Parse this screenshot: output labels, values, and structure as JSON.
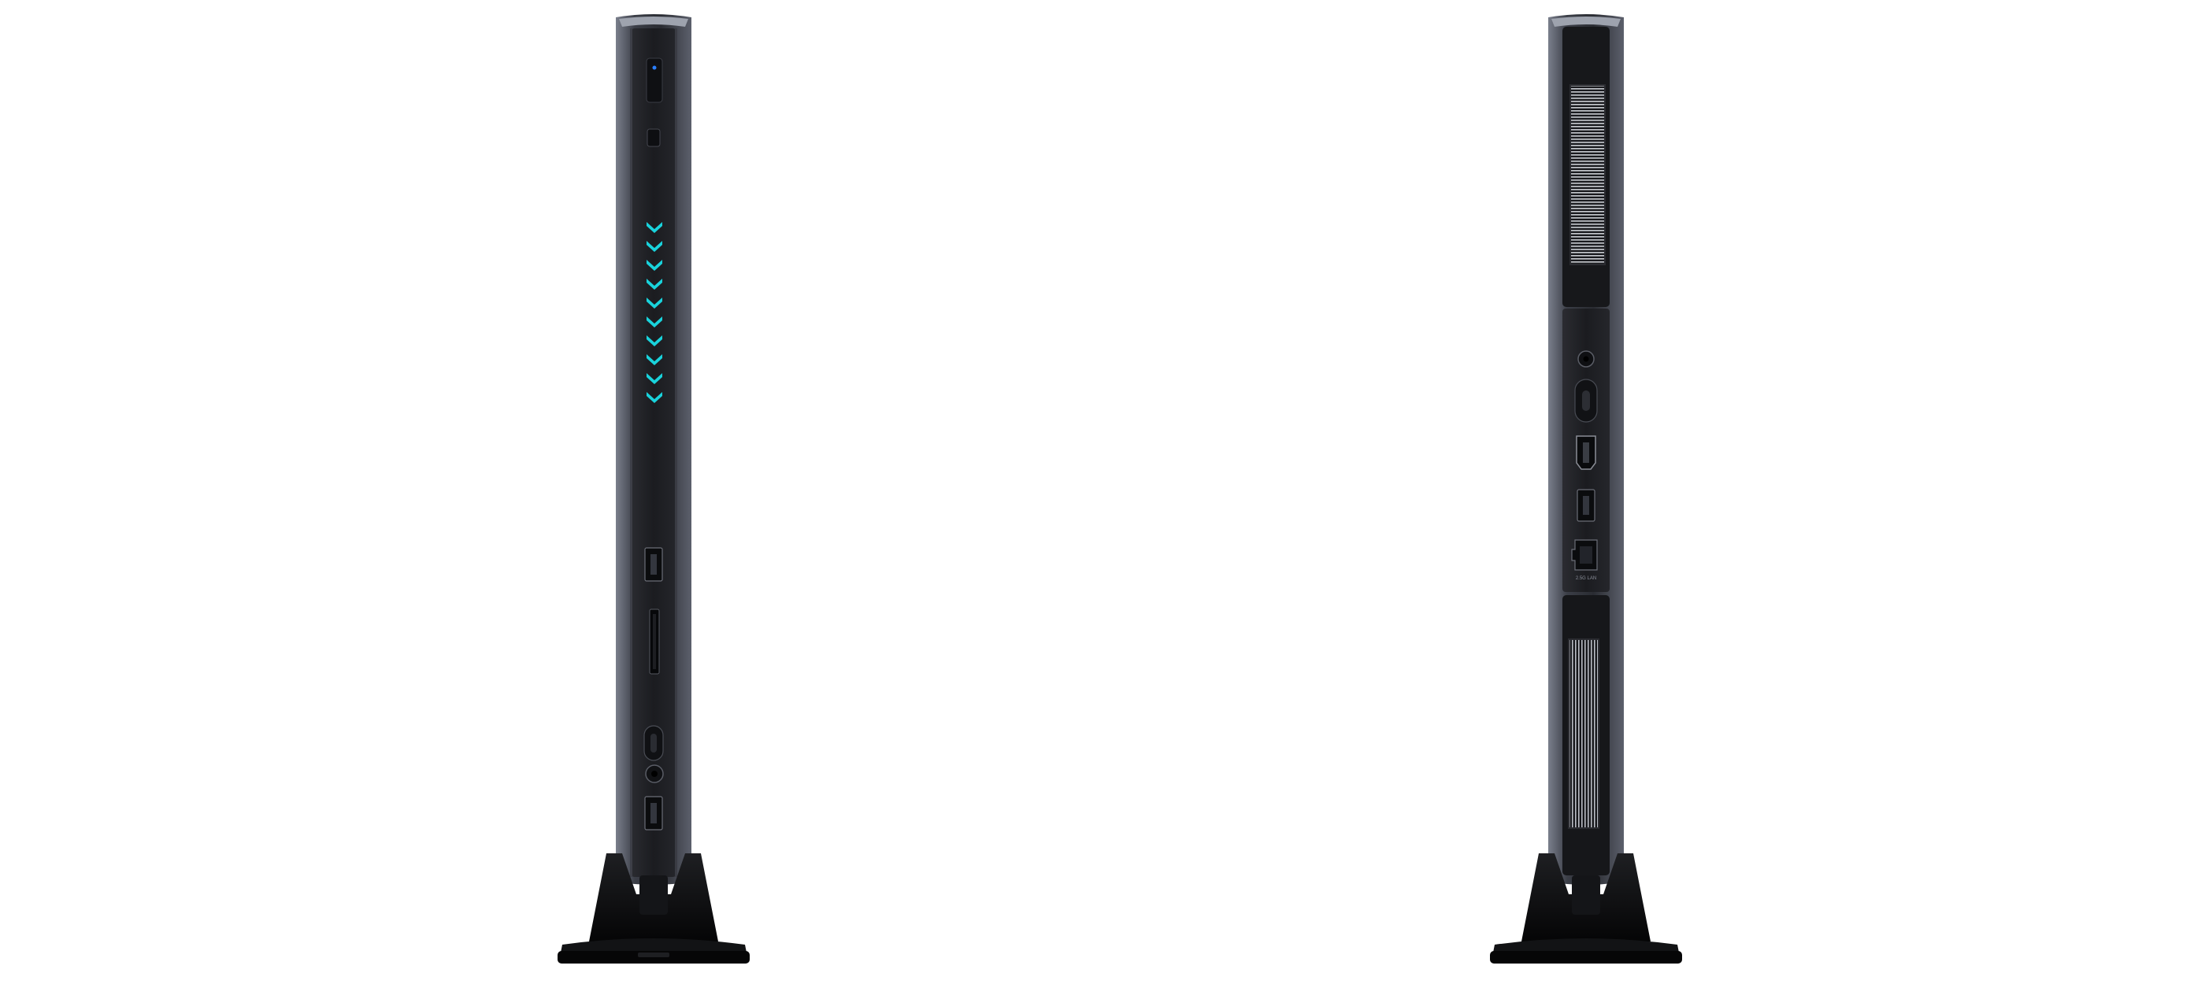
{
  "views": [
    {
      "name": "front-view",
      "led_count": 10,
      "led_color": "#19d3dc"
    },
    {
      "name": "rear-view"
    }
  ],
  "colors": {
    "background": "#ffffff",
    "body_dark": "#1c1d21",
    "frame_metal": "#4a4e5a",
    "stand_black": "#0b0b0c"
  },
  "labels": {
    "rear_lan_label": "2.5G LAN"
  }
}
